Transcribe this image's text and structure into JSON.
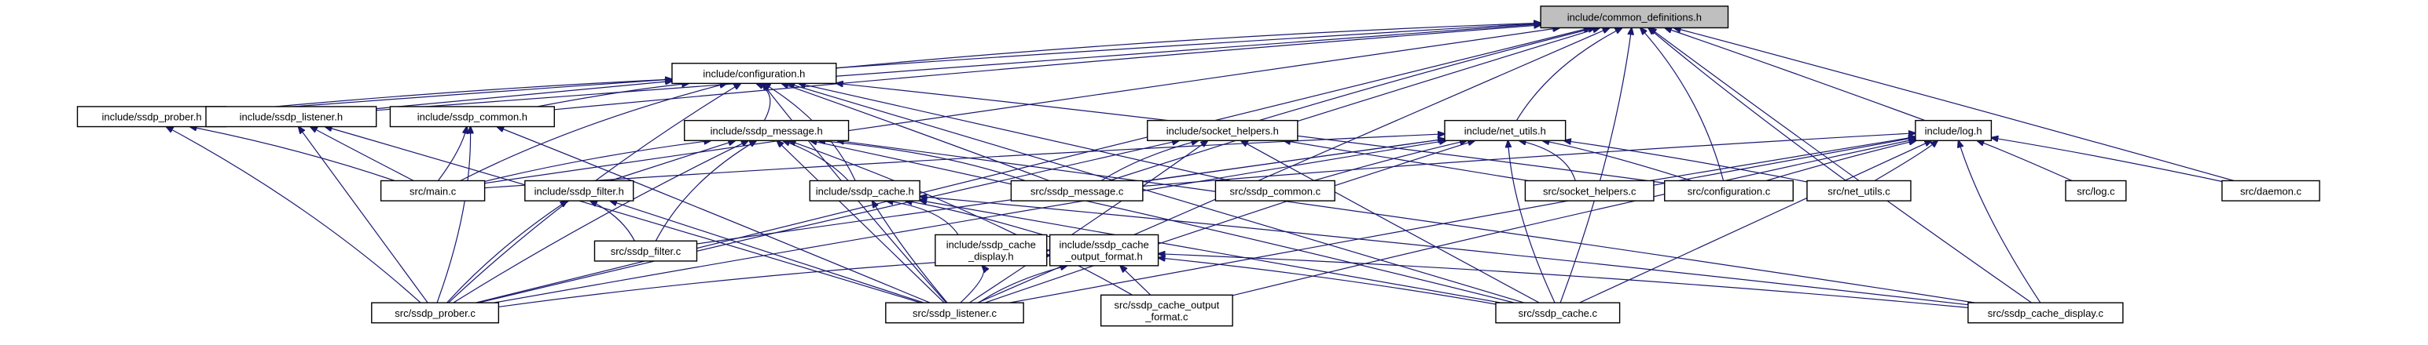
{
  "title": "include/common_definitions.h include dependency graph (included by)",
  "colors": {
    "edge": "#191970",
    "root_fill": "#bfbfbf",
    "node_fill": "#ffffff",
    "node_border": "#000000"
  },
  "nodes": [
    {
      "id": "common_definitions_h",
      "label": [
        "include/common_definitions.h"
      ],
      "root": true
    },
    {
      "id": "configuration_h",
      "label": [
        "include/configuration.h"
      ]
    },
    {
      "id": "ssdp_prober_h",
      "label": [
        "include/ssdp_prober.h"
      ]
    },
    {
      "id": "ssdp_listener_h",
      "label": [
        "include/ssdp_listener.h"
      ]
    },
    {
      "id": "ssdp_common_h",
      "label": [
        "include/ssdp_common.h"
      ]
    },
    {
      "id": "ssdp_message_h",
      "label": [
        "include/ssdp_message.h"
      ]
    },
    {
      "id": "socket_helpers_h",
      "label": [
        "include/socket_helpers.h"
      ]
    },
    {
      "id": "net_utils_h",
      "label": [
        "include/net_utils.h"
      ]
    },
    {
      "id": "log_h",
      "label": [
        "include/log.h"
      ]
    },
    {
      "id": "main_c",
      "label": [
        "src/main.c"
      ]
    },
    {
      "id": "ssdp_filter_h",
      "label": [
        "include/ssdp_filter.h"
      ]
    },
    {
      "id": "ssdp_cache_h",
      "label": [
        "include/ssdp_cache.h"
      ]
    },
    {
      "id": "ssdp_message_c",
      "label": [
        "src/ssdp_message.c"
      ]
    },
    {
      "id": "ssdp_common_c",
      "label": [
        "src/ssdp_common.c"
      ]
    },
    {
      "id": "socket_helpers_c",
      "label": [
        "src/socket_helpers.c"
      ]
    },
    {
      "id": "configuration_c",
      "label": [
        "src/configuration.c"
      ]
    },
    {
      "id": "net_utils_c",
      "label": [
        "src/net_utils.c"
      ]
    },
    {
      "id": "log_c",
      "label": [
        "src/log.c"
      ]
    },
    {
      "id": "daemon_c",
      "label": [
        "src/daemon.c"
      ]
    },
    {
      "id": "ssdp_filter_c",
      "label": [
        "src/ssdp_filter.c"
      ]
    },
    {
      "id": "ssdp_cache_display_h",
      "label": [
        "include/ssdp_cache",
        "_display.h"
      ]
    },
    {
      "id": "ssdp_cache_output_format_h",
      "label": [
        "include/ssdp_cache",
        "_output_format.h"
      ]
    },
    {
      "id": "ssdp_prober_c",
      "label": [
        "src/ssdp_prober.c"
      ]
    },
    {
      "id": "ssdp_listener_c",
      "label": [
        "src/ssdp_listener.c"
      ]
    },
    {
      "id": "ssdp_cache_output_format_c",
      "label": [
        "src/ssdp_cache_output",
        "_format.c"
      ]
    },
    {
      "id": "ssdp_cache_c",
      "label": [
        "src/ssdp_cache.c"
      ]
    },
    {
      "id": "ssdp_cache_display_c",
      "label": [
        "src/ssdp_cache_display.c"
      ]
    }
  ],
  "edges": [
    [
      "configuration_h",
      "common_definitions_h"
    ],
    [
      "ssdp_prober_h",
      "common_definitions_h"
    ],
    [
      "ssdp_listener_h",
      "common_definitions_h"
    ],
    [
      "ssdp_common_h",
      "common_definitions_h"
    ],
    [
      "socket_helpers_h",
      "common_definitions_h"
    ],
    [
      "net_utils_h",
      "common_definitions_h"
    ],
    [
      "log_h",
      "common_definitions_h"
    ],
    [
      "main_c",
      "common_definitions_h"
    ],
    [
      "ssdp_message_c",
      "common_definitions_h"
    ],
    [
      "configuration_c",
      "common_definitions_h"
    ],
    [
      "net_utils_c",
      "common_definitions_h"
    ],
    [
      "daemon_c",
      "common_definitions_h"
    ],
    [
      "ssdp_prober_c",
      "common_definitions_h"
    ],
    [
      "ssdp_listener_c",
      "common_definitions_h"
    ],
    [
      "ssdp_cache_c",
      "common_definitions_h"
    ],
    [
      "ssdp_cache_display_c",
      "common_definitions_h"
    ],
    [
      "ssdp_prober_h",
      "configuration_h"
    ],
    [
      "ssdp_listener_h",
      "configuration_h"
    ],
    [
      "ssdp_common_h",
      "configuration_h"
    ],
    [
      "ssdp_message_h",
      "configuration_h"
    ],
    [
      "main_c",
      "configuration_h"
    ],
    [
      "ssdp_message_c",
      "configuration_h"
    ],
    [
      "ssdp_common_c",
      "configuration_h"
    ],
    [
      "configuration_c",
      "configuration_h"
    ],
    [
      "ssdp_cache_h",
      "configuration_h"
    ],
    [
      "ssdp_prober_c",
      "configuration_h"
    ],
    [
      "ssdp_listener_c",
      "configuration_h"
    ],
    [
      "ssdp_cache_c",
      "configuration_h"
    ],
    [
      "main_c",
      "ssdp_prober_h"
    ],
    [
      "ssdp_prober_c",
      "ssdp_prober_h"
    ],
    [
      "main_c",
      "ssdp_listener_h"
    ],
    [
      "ssdp_listener_c",
      "ssdp_listener_h"
    ],
    [
      "ssdp_prober_c",
      "ssdp_listener_h"
    ],
    [
      "main_c",
      "ssdp_common_h"
    ],
    [
      "ssdp_prober_c",
      "ssdp_common_h"
    ],
    [
      "ssdp_listener_c",
      "ssdp_common_h"
    ],
    [
      "main_c",
      "ssdp_message_h"
    ],
    [
      "ssdp_filter_h",
      "ssdp_message_h"
    ],
    [
      "ssdp_cache_h",
      "ssdp_message_h"
    ],
    [
      "ssdp_message_c",
      "ssdp_message_h"
    ],
    [
      "ssdp_filter_c",
      "ssdp_message_h"
    ],
    [
      "ssdp_prober_c",
      "ssdp_message_h"
    ],
    [
      "ssdp_listener_c",
      "ssdp_message_h"
    ],
    [
      "ssdp_cache_c",
      "ssdp_message_h"
    ],
    [
      "ssdp_cache_output_format_c",
      "ssdp_message_h"
    ],
    [
      "ssdp_cache_display_c",
      "ssdp_message_h"
    ],
    [
      "ssdp_message_c",
      "socket_helpers_h"
    ],
    [
      "socket_helpers_c",
      "socket_helpers_h"
    ],
    [
      "ssdp_prober_c",
      "socket_helpers_h"
    ],
    [
      "ssdp_listener_c",
      "socket_helpers_h"
    ],
    [
      "ssdp_cache_c",
      "socket_helpers_h"
    ],
    [
      "main_c",
      "net_utils_h"
    ],
    [
      "ssdp_message_c",
      "net_utils_h"
    ],
    [
      "ssdp_common_c",
      "net_utils_h"
    ],
    [
      "socket_helpers_c",
      "net_utils_h"
    ],
    [
      "configuration_c",
      "net_utils_h"
    ],
    [
      "net_utils_c",
      "net_utils_h"
    ],
    [
      "ssdp_filter_c",
      "net_utils_h"
    ],
    [
      "ssdp_prober_c",
      "net_utils_h"
    ],
    [
      "ssdp_listener_c",
      "net_utils_h"
    ],
    [
      "ssdp_cache_c",
      "net_utils_h"
    ],
    [
      "ssdp_message_c",
      "log_h"
    ],
    [
      "socket_helpers_c",
      "log_h"
    ],
    [
      "configuration_c",
      "log_h"
    ],
    [
      "net_utils_c",
      "log_h"
    ],
    [
      "log_c",
      "log_h"
    ],
    [
      "daemon_c",
      "log_h"
    ],
    [
      "ssdp_listener_c",
      "log_h"
    ],
    [
      "ssdp_cache_c",
      "log_h"
    ],
    [
      "ssdp_cache_output_format_c",
      "log_h"
    ],
    [
      "ssdp_cache_display_c",
      "log_h"
    ],
    [
      "ssdp_prober_c",
      "ssdp_filter_h"
    ],
    [
      "ssdp_listener_c",
      "ssdp_filter_h"
    ],
    [
      "ssdp_filter_c",
      "ssdp_filter_h"
    ],
    [
      "ssdp_cache_display_h",
      "ssdp_cache_h"
    ],
    [
      "ssdp_cache_output_format_h",
      "ssdp_cache_h"
    ],
    [
      "ssdp_listener_c",
      "ssdp_cache_h"
    ],
    [
      "ssdp_cache_c",
      "ssdp_cache_h"
    ],
    [
      "ssdp_cache_display_c",
      "ssdp_cache_h"
    ],
    [
      "ssdp_listener_c",
      "ssdp_cache_display_h"
    ],
    [
      "ssdp_prober_c",
      "ssdp_cache_output_format_h"
    ],
    [
      "ssdp_listener_c",
      "ssdp_cache_output_format_h"
    ],
    [
      "ssdp_cache_output_format_c",
      "ssdp_cache_output_format_h"
    ],
    [
      "ssdp_cache_c",
      "ssdp_cache_output_format_h"
    ],
    [
      "ssdp_cache_display_c",
      "ssdp_cache_output_format_h"
    ]
  ]
}
